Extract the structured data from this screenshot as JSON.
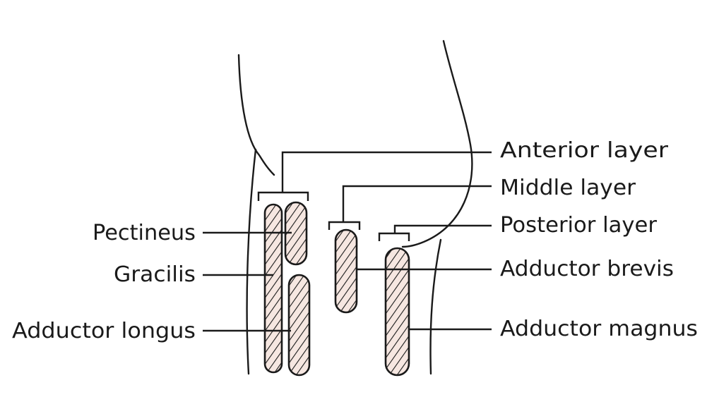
{
  "labels": {
    "left": {
      "pectineus": "Pectineus",
      "gracilis": "Gracilis",
      "adductor_longus": "Adductor longus"
    },
    "right": {
      "anterior_layer": "Anterior layer",
      "middle_layer": "Middle layer",
      "posterior_layer": "Posterior layer",
      "adductor_brevis": "Adductor brevis",
      "adductor_magnus": "Adductor magnus"
    }
  },
  "colors": {
    "line": "#1a1a1a",
    "muscle_fill": "#f6e7e1",
    "hatch": "#1a1a1a",
    "background": "#ffffff"
  }
}
